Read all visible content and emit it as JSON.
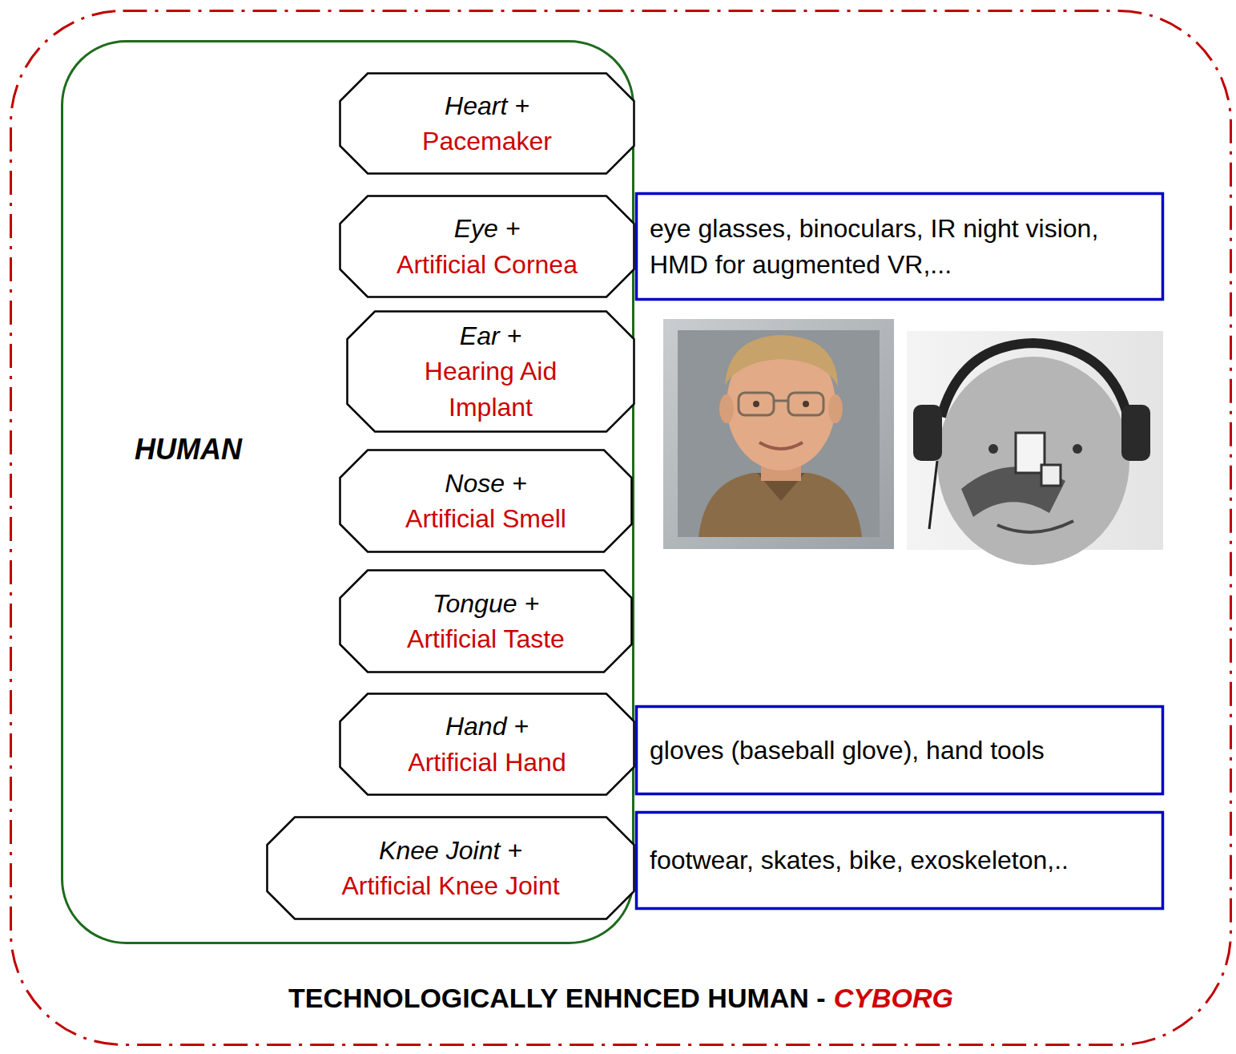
{
  "diagram": {
    "nodes": [
      {
        "text": [
          "TECHNOLOGICALLY ENHNCED HUMAN -",
          "CYBORG"
        ]
      },
      {
        "text": [
          "HUMAN"
        ],
        "in": 0
      },
      {
        "text": [
          "Heart +",
          "Pacemaker"
        ],
        "in": 1
      },
      {
        "text": [
          "Eye +",
          "Artificial Cornea"
        ],
        "in": 1
      },
      {
        "text": [
          "eye glasses, binoculars, IR night vision, HMD for augmented VR,..."
        ],
        "in": 0
      },
      {
        "text": [
          "Ear +",
          "Hearing Aid Implant"
        ],
        "in": 1
      },
      {
        "text": [
          "Nose +",
          "Artificial Smell"
        ],
        "in": 1
      },
      {
        "text": [
          "Tongue +",
          "Artificial Taste"
        ],
        "in": 1
      },
      {
        "text": [
          "Hand +",
          "Artificial Hand"
        ],
        "in": 1
      },
      {
        "text": [
          "gloves (baseball glove), hand tools"
        ],
        "in": 0
      },
      {
        "text": [
          "Knee Joint +",
          "Artificial Knee Joint"
        ],
        "in": 1
      },
      {
        "text": [
          "footwear, skates, bike, exoskeleton,.."
        ],
        "in": 0
      }
    ]
  }
}
